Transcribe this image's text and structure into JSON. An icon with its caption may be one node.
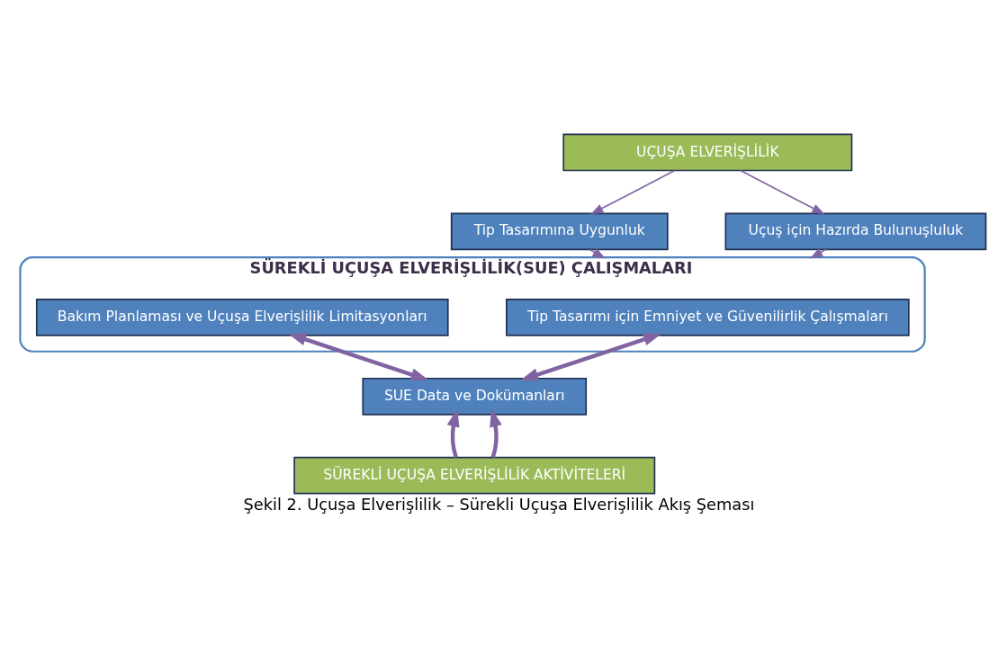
{
  "diagram": {
    "caption": "Şekil 2. Uçuşa Elverişlilik – Sürekli Uçuşa Elverişlilik Akış Şeması",
    "nodes": [
      {
        "text": [
          "UÇUŞA ELVERİŞLİLİK"
        ]
      },
      {
        "text": [
          "Tip Tasarımına Uygunluk"
        ]
      },
      {
        "text": [
          "Uçuş için Hazırda Bulunuşluluk"
        ]
      },
      {
        "text": [
          "SÜREKLİ UÇUŞA ELVERİŞLİLİK(SUE) ÇALIŞMALARI"
        ]
      },
      {
        "text": [
          "Tip Tasarımı için Emniyet ve Güvenilirlik Çalışmaları"
        ],
        "in": 3
      },
      {
        "text": [
          "Bakım Planlaması ve Uçuşa Elverişlilik Limitasyonları"
        ],
        "in": 3
      },
      {
        "text": [
          "SUE Data ve Dokümanları"
        ]
      },
      {
        "text": [
          "SÜREKLİ UÇUŞA ELVERİŞLİLİK AKTİVİTELERİ"
        ]
      }
    ],
    "edges": [
      {
        "from": 0,
        "to": 1,
        "arrow": "to"
      },
      {
        "from": 0,
        "to": 2,
        "arrow": "to"
      },
      {
        "from": 1,
        "to": 3,
        "arrow": "to"
      },
      {
        "from": 2,
        "to": 3,
        "arrow": "to"
      },
      {
        "from": 6,
        "to": 4,
        "arrow": "both",
        "style": "thick"
      },
      {
        "from": 6,
        "to": 5,
        "arrow": "both",
        "style": "thick"
      },
      {
        "from": 7,
        "to": 6,
        "arrow": "to",
        "style": "thick"
      },
      {
        "from": 7,
        "to": 6,
        "arrow": "to",
        "style": "thick"
      }
    ]
  }
}
